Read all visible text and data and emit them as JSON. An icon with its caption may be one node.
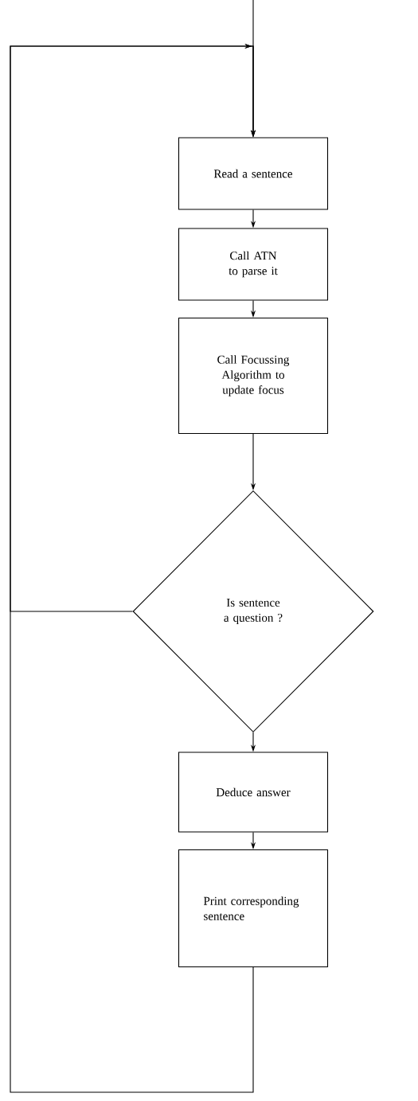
{
  "diagram": {
    "nodes": [
      {
        "text": [
          "Read a sentence"
        ]
      },
      {
        "text": [
          "Call ATN to parse it"
        ]
      },
      {
        "text": [
          "Call Focussing Algorithm to update focus"
        ]
      },
      {
        "text": [
          "Is sentence a question ?"
        ]
      },
      {
        "text": [
          "Deduce answer"
        ]
      },
      {
        "text": [
          "Print corresponding sentence"
        ]
      }
    ],
    "edges": [
      {
        "from": null,
        "to": 0,
        "arrow": "to"
      },
      {
        "from": 0,
        "to": 1,
        "arrow": "to"
      },
      {
        "from": 1,
        "to": 2,
        "arrow": "to"
      },
      {
        "from": 2,
        "to": 3,
        "arrow": "to"
      },
      {
        "from": 3,
        "to": 4,
        "arrow": "to"
      },
      {
        "from": 4,
        "to": 5,
        "arrow": "to"
      },
      {
        "from": 3,
        "to": 0,
        "arrow": "to"
      },
      {
        "from": 5,
        "to": 0,
        "arrow": "to"
      }
    ]
  }
}
